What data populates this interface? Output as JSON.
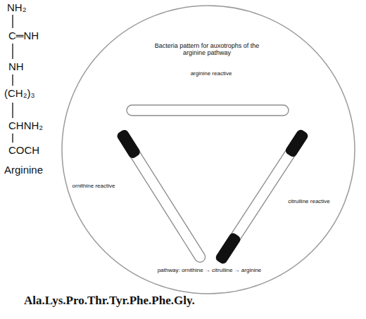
{
  "diagram": {
    "nodes": [
      {
        "text": [
          "Bacteria pattern for auxotrophs of the arginine pathway"
        ]
      },
      {
        "text": [
          "arginine reactive"
        ],
        "in": 0
      },
      {
        "text": [
          "ornithine reactive"
        ],
        "in": 0
      },
      {
        "text": [
          "citrulline reactive"
        ],
        "in": 0
      }
    ],
    "labels": [
      "NH₂",
      "C═NH",
      "NH",
      "(CH₂)₃",
      "CHNH₂",
      "COCH",
      "Arginine",
      "pathway: ornithine → citrulline → arginine",
      "Ala.Lys.Pro.Thr.Tyr.Phe.Phe.Gly."
    ]
  }
}
